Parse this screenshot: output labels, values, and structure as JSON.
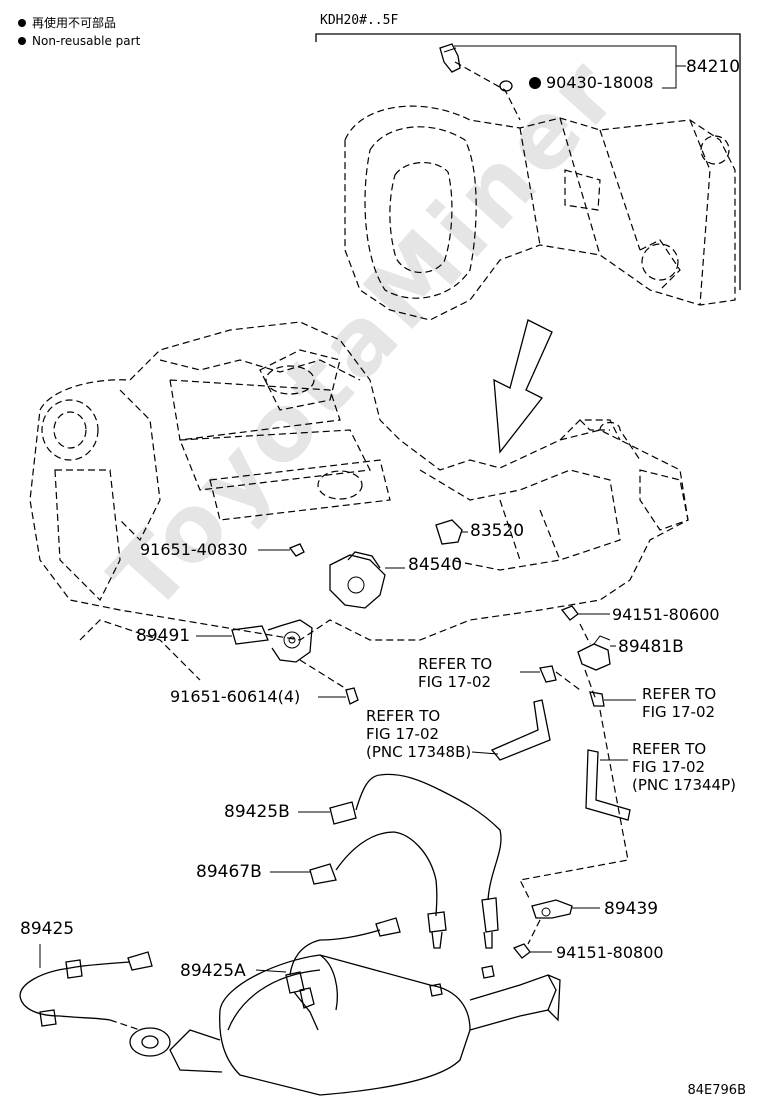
{
  "legend": {
    "line1": "再使用不可部品",
    "line2": "Non-reusable part"
  },
  "variant": "KDH20#..5F",
  "watermark": "ToyotaMiner",
  "figure_code": "84E796B",
  "parts": {
    "p84210": "84210",
    "p90430": "90430-18008",
    "p83520": "83520",
    "p91651_40830": "91651-40830",
    "p84540": "84540",
    "p94151_80600": "94151-80600",
    "p89491": "89491",
    "p89481B": "89481B",
    "p91651_60614": "91651-60614(4)",
    "p89425B": "89425B",
    "p89467B": "89467B",
    "p89439": "89439",
    "p94151_80800": "94151-80800",
    "p89425": "89425",
    "p89425A": "89425A"
  },
  "refers": {
    "r1": {
      "line1": "REFER TO",
      "line2": "FIG 17-02"
    },
    "r2": {
      "line1": "REFER TO",
      "line2": "FIG 17-02"
    },
    "r3": {
      "line1": "REFER TO",
      "line2": "FIG 17-02",
      "line3": "(PNC 17348B)"
    },
    "r4": {
      "line1": "REFER TO",
      "line2": "FIG 17-02",
      "line3": "(PNC 17344P)"
    }
  }
}
